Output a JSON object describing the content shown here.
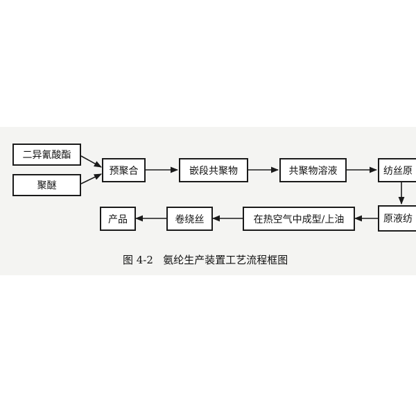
{
  "nodes": [
    {
      "id": "diisocyanate",
      "label": "二异氰酸酯"
    },
    {
      "id": "polyether",
      "label": "聚醚"
    },
    {
      "id": "prepolymerize",
      "label": "预聚合"
    },
    {
      "id": "block-copolymer",
      "label": "嵌段共聚物"
    },
    {
      "id": "copolymer-solution",
      "label": "共聚物溶液"
    },
    {
      "id": "spinning-stock",
      "label": "纺丝原"
    },
    {
      "id": "stock-solution",
      "label": "原液纺"
    },
    {
      "id": "hot-air-forming",
      "label": "在热空气中成型/上油"
    },
    {
      "id": "winding",
      "label": "卷绕丝"
    },
    {
      "id": "product",
      "label": "产品"
    }
  ],
  "edges": [
    {
      "from": "diisocyanate",
      "to": "prepolymerize"
    },
    {
      "from": "polyether",
      "to": "prepolymerize"
    },
    {
      "from": "prepolymerize",
      "to": "block-copolymer"
    },
    {
      "from": "block-copolymer",
      "to": "copolymer-solution"
    },
    {
      "from": "copolymer-solution",
      "to": "spinning-stock"
    },
    {
      "from": "spinning-stock",
      "to": "stock-solution"
    },
    {
      "from": "stock-solution",
      "to": "hot-air-forming"
    },
    {
      "from": "hot-air-forming",
      "to": "winding"
    },
    {
      "from": "winding",
      "to": "product"
    }
  ],
  "caption": "图 4-2   氨纶生产装置工艺流程框图"
}
